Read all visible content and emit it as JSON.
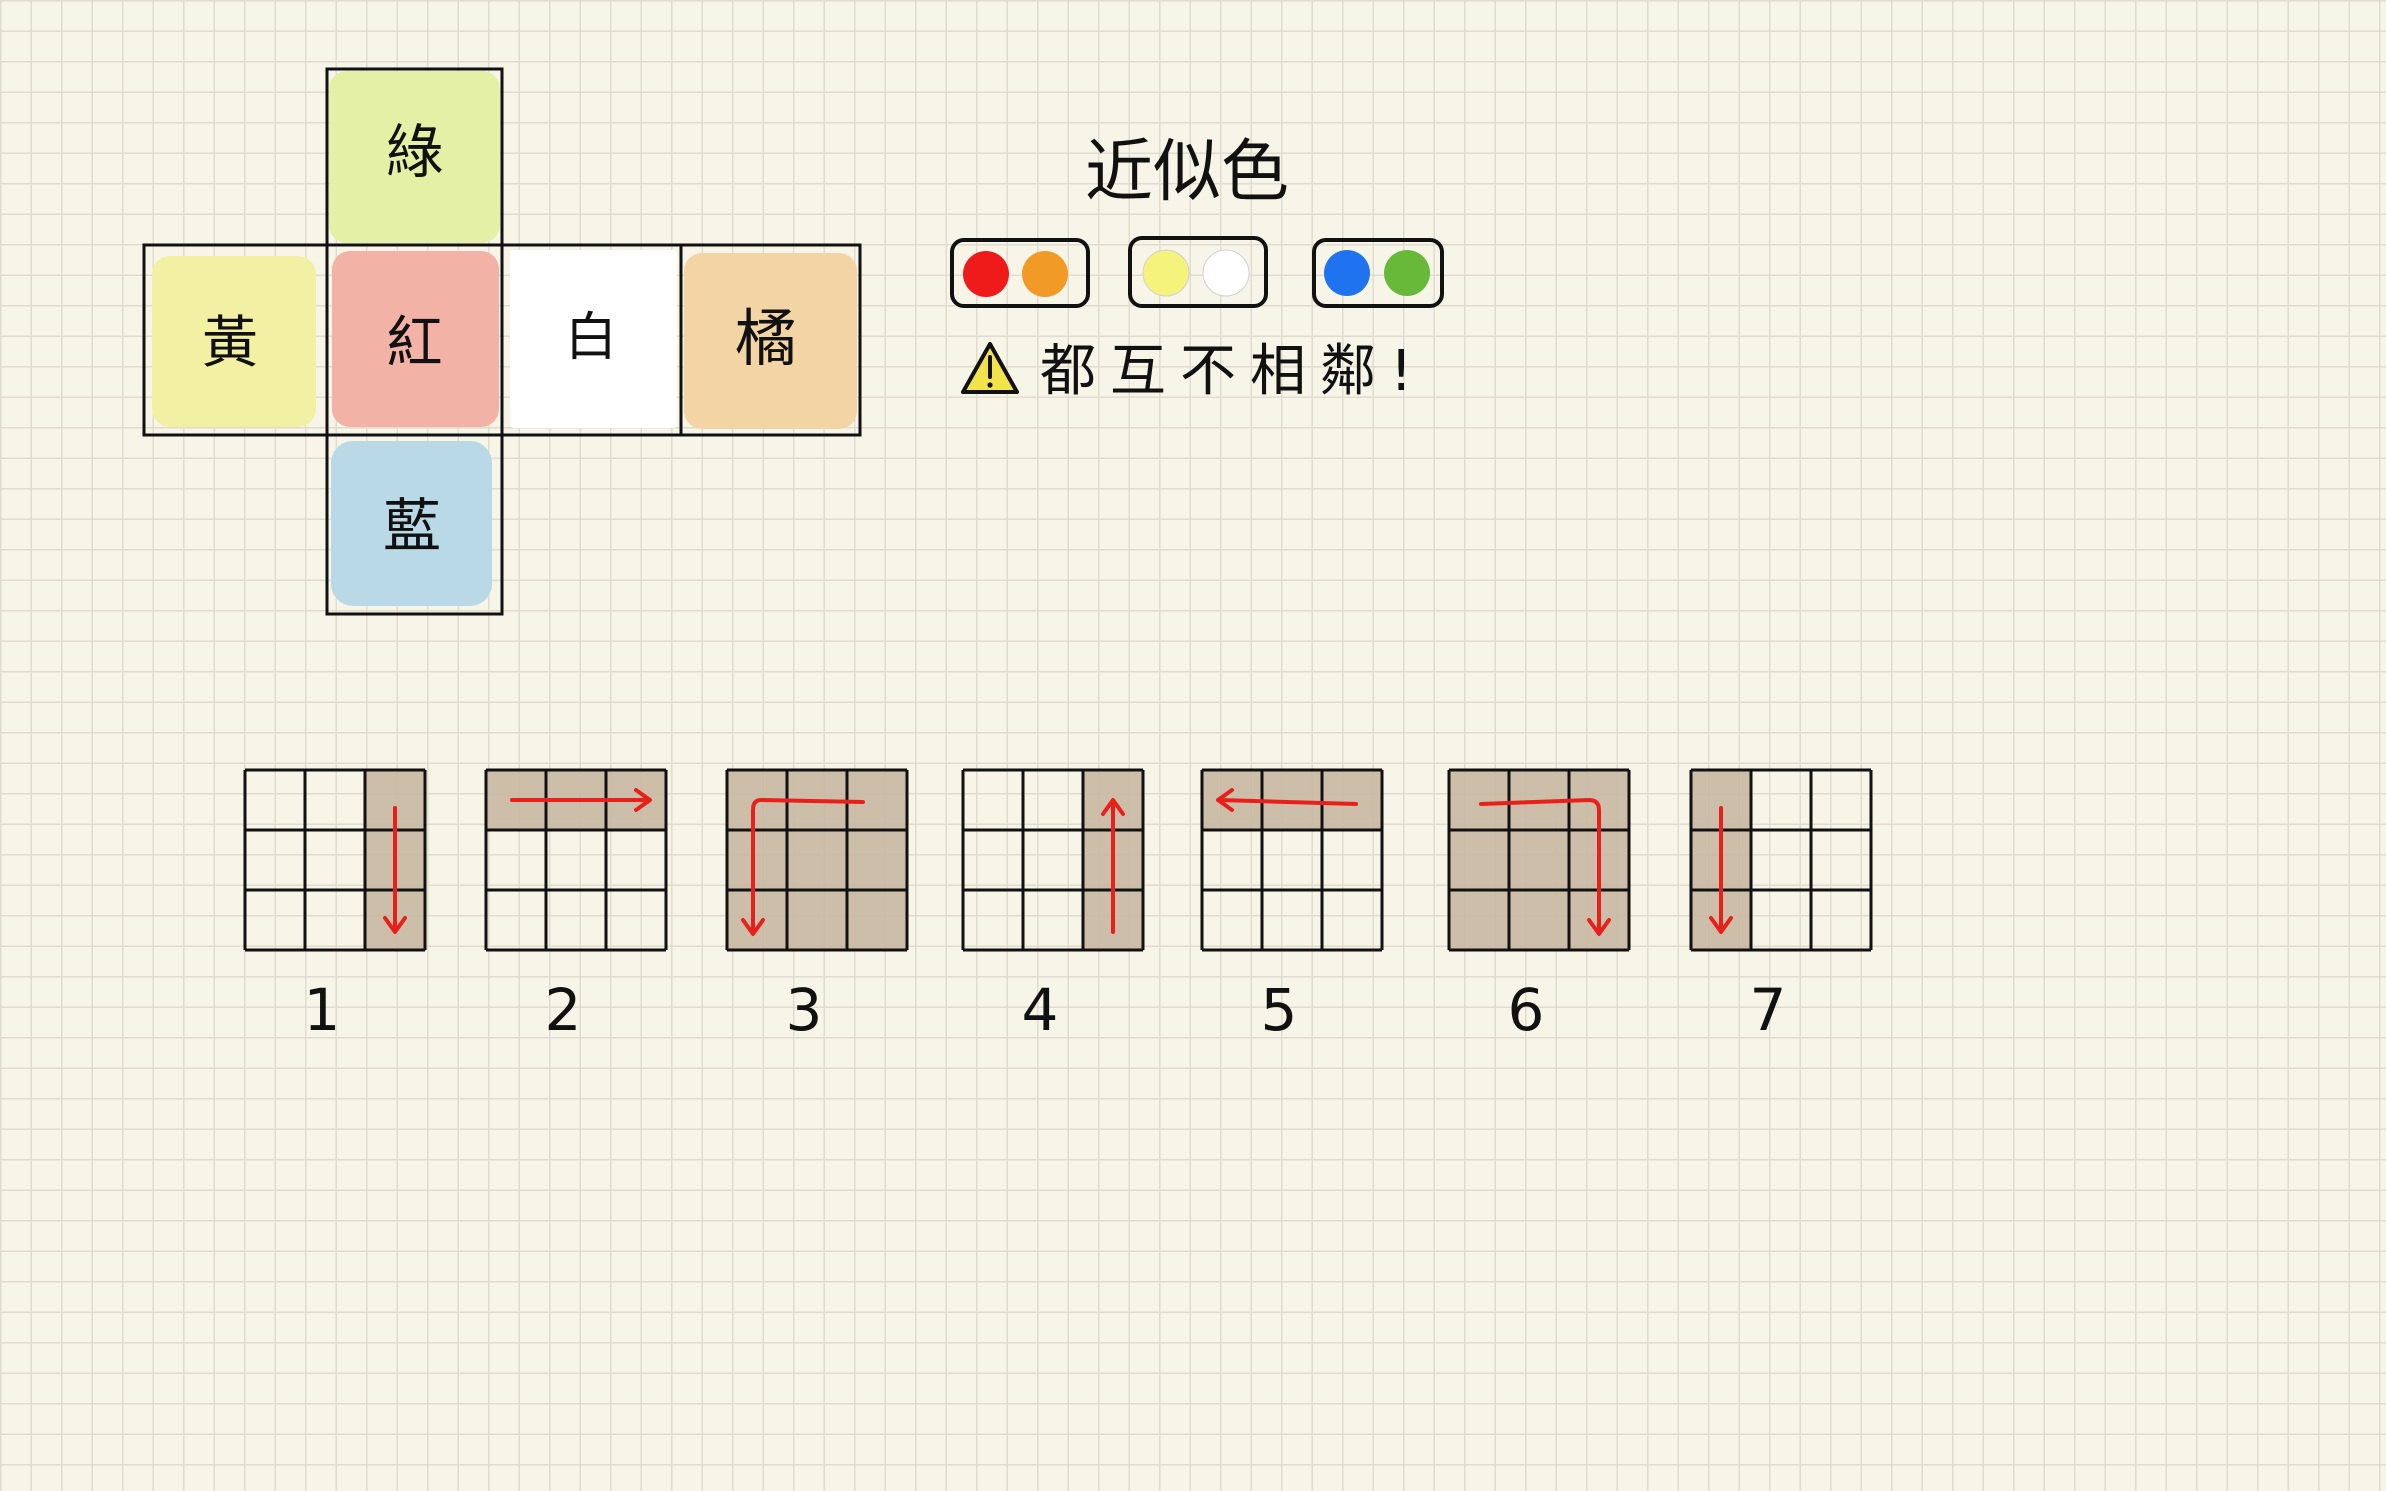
{
  "cube_net": {
    "faces": [
      {
        "id": "top",
        "label": "綠",
        "color": "#e3f0a6"
      },
      {
        "id": "left",
        "label": "黃",
        "color": "#f2f0a2"
      },
      {
        "id": "front",
        "label": "紅",
        "color": "#f2b3a6"
      },
      {
        "id": "right",
        "label": "白",
        "color": "#ffffff"
      },
      {
        "id": "back",
        "label": "橘",
        "color": "#f3d4a5"
      },
      {
        "id": "bottom",
        "label": "藍",
        "color": "#b9d9e6"
      }
    ]
  },
  "similar_colors": {
    "title": "近似色",
    "pairs": [
      {
        "colors": [
          "#ef1b1b",
          "#f29a26"
        ]
      },
      {
        "colors": [
          "#f6f37c",
          "#ffffff"
        ]
      },
      {
        "colors": [
          "#1f73ef",
          "#68b83a"
        ]
      }
    ],
    "warning": "都互不相鄰!",
    "warning_icon": "warning-triangle-icon"
  },
  "steps": [
    {
      "label": "1",
      "shade": [
        [
          0,
          2
        ],
        [
          1,
          2
        ],
        [
          2,
          2
        ]
      ],
      "arrow_direction": "down"
    },
    {
      "label": "2",
      "shade": [
        [
          0,
          0
        ],
        [
          0,
          1
        ],
        [
          0,
          2
        ]
      ],
      "arrow_direction": "right"
    },
    {
      "label": "3",
      "shade": [
        [
          0,
          0
        ],
        [
          0,
          1
        ],
        [
          0,
          2
        ],
        [
          1,
          0
        ],
        [
          1,
          1
        ],
        [
          1,
          2
        ],
        [
          2,
          0
        ],
        [
          2,
          1
        ],
        [
          2,
          2
        ]
      ],
      "arrow_direction": "right-then-down"
    },
    {
      "label": "4",
      "shade": [
        [
          0,
          2
        ],
        [
          1,
          2
        ],
        [
          2,
          2
        ]
      ],
      "arrow_direction": "up"
    },
    {
      "label": "5",
      "shade": [
        [
          0,
          0
        ],
        [
          0,
          1
        ],
        [
          0,
          2
        ]
      ],
      "arrow_direction": "left"
    },
    {
      "label": "6",
      "shade": [
        [
          0,
          0
        ],
        [
          0,
          1
        ],
        [
          0,
          2
        ],
        [
          1,
          0
        ],
        [
          1,
          1
        ],
        [
          1,
          2
        ],
        [
          2,
          0
        ],
        [
          2,
          1
        ],
        [
          2,
          2
        ]
      ],
      "arrow_direction": "right-then-down"
    },
    {
      "label": "7",
      "shade": [
        [
          0,
          0
        ],
        [
          1,
          0
        ],
        [
          2,
          0
        ]
      ],
      "arrow_direction": "down"
    }
  ],
  "palette": {
    "ink": "#111111",
    "arrow": "#e8201b",
    "shade": "#c9b8a3",
    "warning_fill": "#f2e34a"
  }
}
